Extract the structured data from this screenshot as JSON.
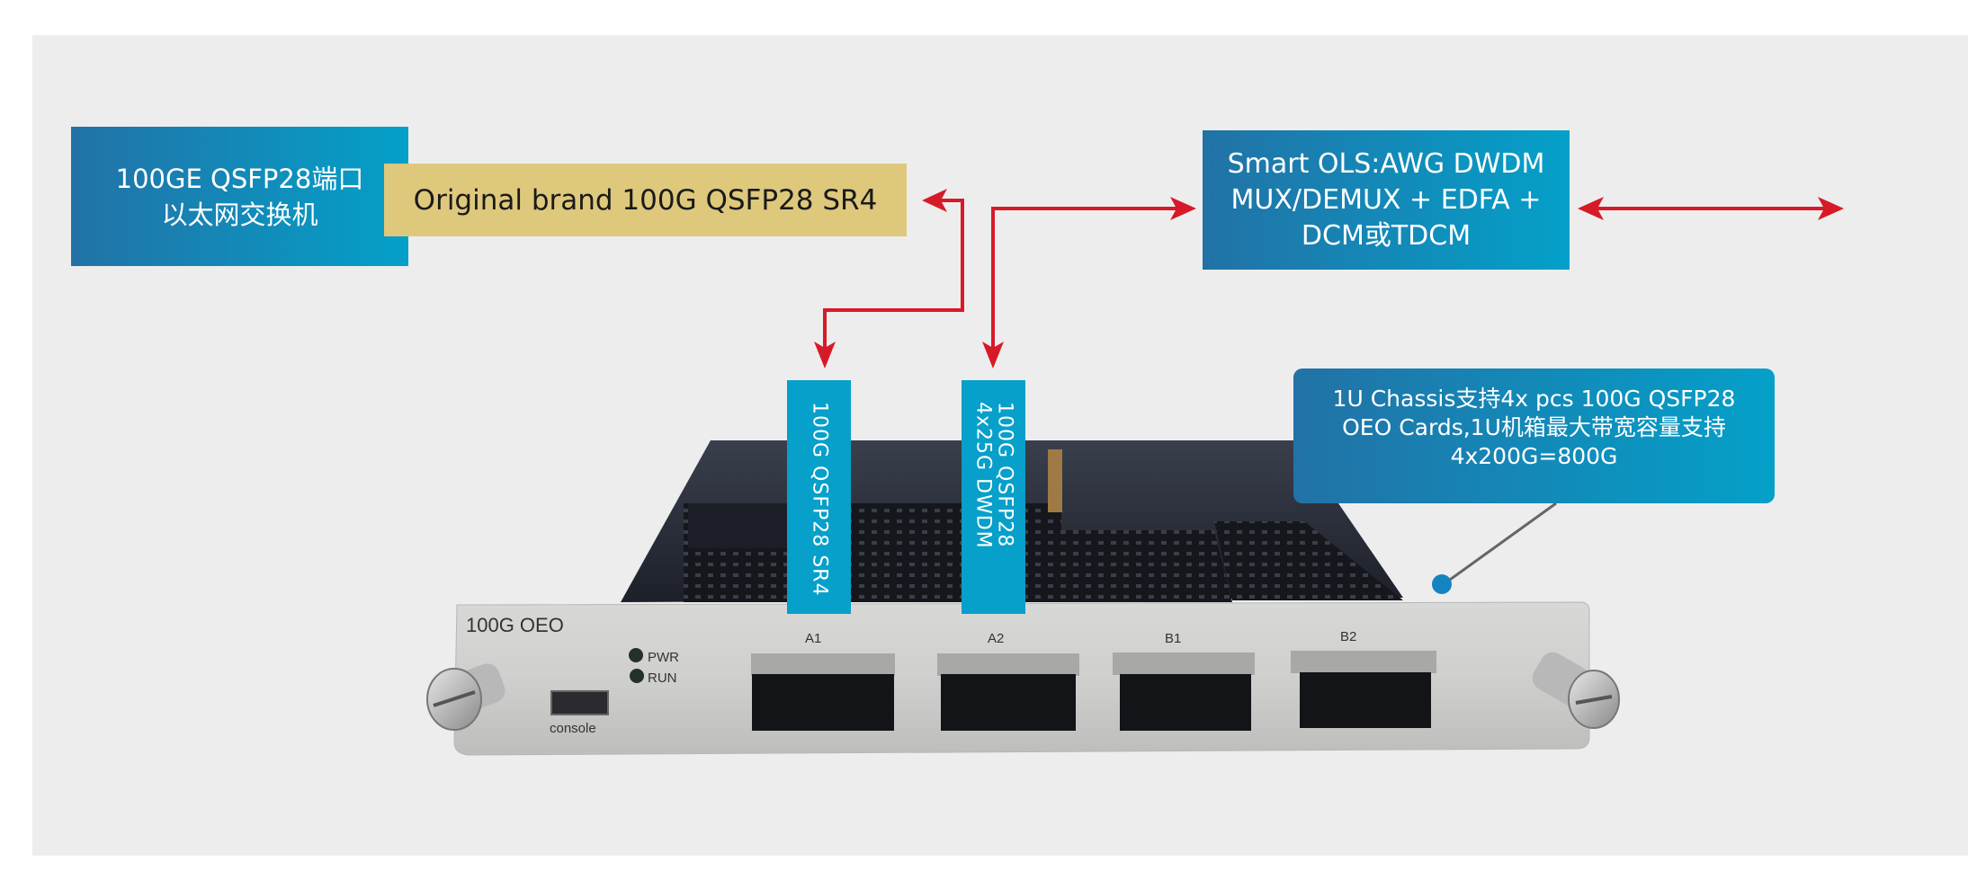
{
  "diagram": {
    "switch_box": {
      "line1": "100GE QSFP28端口",
      "line2": "以太网交换机"
    },
    "transceiver_box": {
      "label": "Original brand 100G QSFP28 SR4"
    },
    "ols_box": {
      "line1": "Smart OLS:AWG DWDM",
      "line2": "MUX/DEMUX + EDFA +",
      "line3": "DCM或TDCM"
    },
    "callout": {
      "line1": "1U Chassis支持4x pcs 100G QSFP28",
      "line2": "OEO Cards,1U机箱最大带宽容量支持",
      "line3": "4x200G=800G"
    },
    "port_labels": [
      {
        "text": "100G QSFP28 SR4"
      },
      {
        "text": "100G QSFP28\n4x25G DWDM"
      }
    ],
    "card": {
      "model": "100G OEO",
      "leds": [
        "PWR",
        "RUN"
      ],
      "console_label": "console",
      "ports": [
        "A1",
        "A2",
        "B1",
        "B2"
      ]
    },
    "colors": {
      "arrow": "#d71a28",
      "blue_start": "#2272a6",
      "blue_end": "#04a0c9",
      "gold": "#dec87c",
      "panel": "#ededed"
    }
  }
}
